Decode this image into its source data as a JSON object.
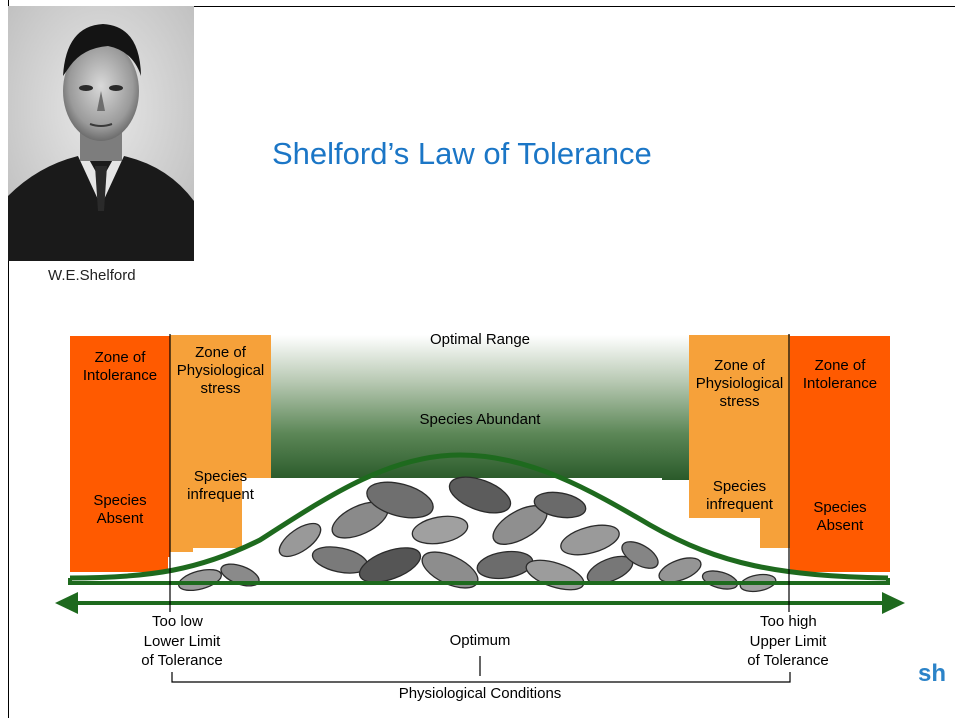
{
  "title": "Shelford’s Law of Tolerance",
  "portrait": {
    "caption": "W.E.Shelford"
  },
  "zones": {
    "left_intolerance": {
      "name": "Zone of Intolerance",
      "status": "Species Absent"
    },
    "left_stress": {
      "name": "Zone of Physiological stress",
      "status": "Species infrequent"
    },
    "optimal": {
      "name": "Optimal  Range",
      "status": "Species Abundant"
    },
    "right_stress": {
      "name": "Zone of Physiological stress",
      "status": "Species infrequent"
    },
    "right_intolerance": {
      "name": "Zone of Intolerance",
      "status": "Species Absent"
    }
  },
  "axis": {
    "too_low": "Too low",
    "lower_limit": "Lower Limit",
    "lower_limit_of": "of Tolerance",
    "optimum": "Optimum",
    "too_high": "Too high",
    "upper_limit": "Upper Limit",
    "upper_limit_of": "of Tolerance",
    "conditions": "Physiological Conditions"
  },
  "logo": "sh",
  "colors": {
    "intolerance": "#ff5a00",
    "stress": "#f6a13a",
    "curve": "#1e6a1e",
    "title": "#1b76c6"
  }
}
